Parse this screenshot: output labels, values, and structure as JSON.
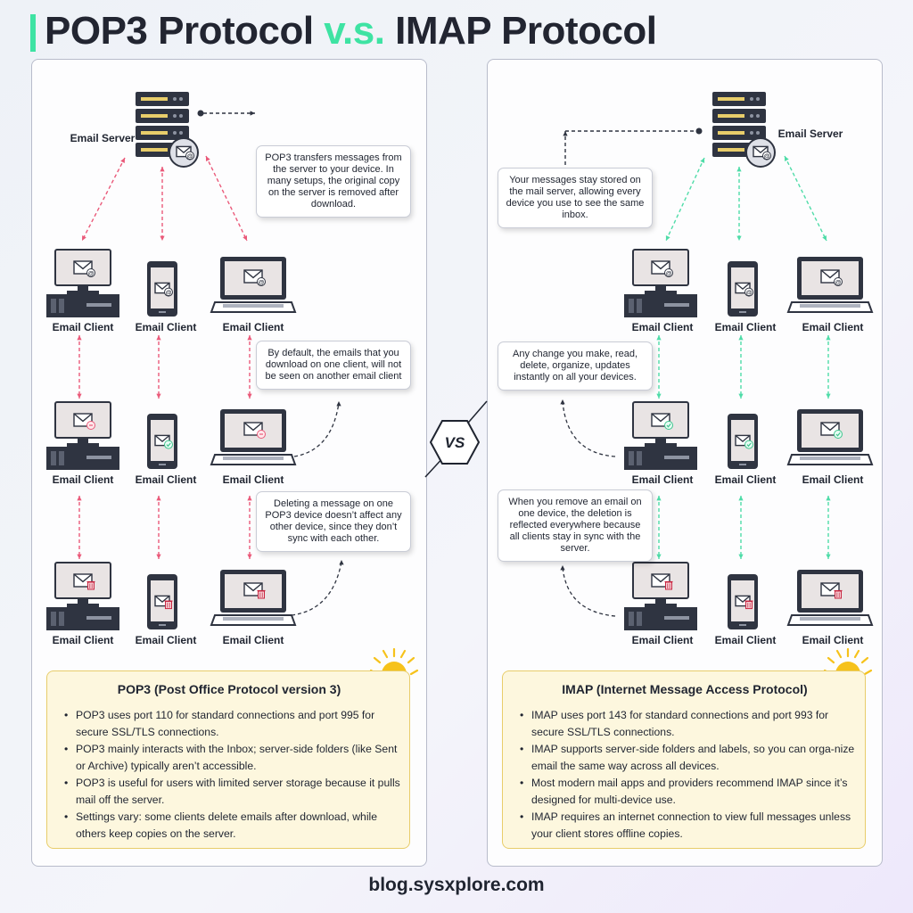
{
  "title": {
    "part1": "POP3 Protocol ",
    "vs": "v.s.",
    "part2": " IMAP Protocol"
  },
  "colors": {
    "accent": "#3ee3a3",
    "pop3_arrow": "#ea5a7a",
    "imap_arrow": "#4fdca8",
    "info_bg": "#fdf7de",
    "info_border": "#e8cd6a"
  },
  "vs_label": "VS",
  "pop3": {
    "server_label": "Email Server",
    "client_label": "Email Client",
    "notes": [
      "POP3 transfers messages from the server to your device. In many setups, the original copy on the server is removed after download.",
      "By default, the emails that you download on one client, will not be seen on another email client",
      "Deleting a message on one POP3 device doesn’t affect any other device, since they don’t sync with each other."
    ],
    "info": {
      "title": "POP3 (Post Office Protocol version 3)",
      "bullets": [
        "POP3 uses port 110 for standard connections and port 995 for secure SSL/TLS connections.",
        "POP3 mainly interacts with the Inbox; server-side folders (like Sent or Archive) typically aren’t accessible.",
        "POP3 is useful for users with limited server storage because it pulls mail off the server.",
        "Settings vary: some clients delete emails after download, while others keep copies on the server."
      ]
    }
  },
  "imap": {
    "server_label": "Email Server",
    "client_label": "Email Client",
    "notes": [
      "Your messages stay stored on the mail server, allowing every device you use to see the same inbox.",
      "Any change you make, read, delete, organize, updates instantly on all your devices.",
      "When you remove an email on one device, the deletion is reflected everywhere because all clients stay in sync with the server."
    ],
    "info": {
      "title": "IMAP (Internet Message Access Protocol)",
      "bullets": [
        "IMAP uses port 143 for standard connections and port 993 for secure SSL/TLS connections.",
        "IMAP supports server-side folders and labels, so you can orga-nize email the same way across all devices.",
        "Most modern mail apps and providers recommend IMAP since it’s designed for multi-device use.",
        "IMAP requires an internet connection to view full messages unless your client stores offline copies."
      ]
    }
  },
  "footer": "blog.sysxplore.com"
}
